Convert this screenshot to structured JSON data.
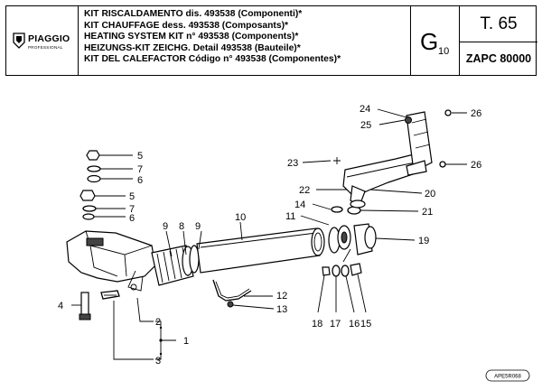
{
  "header": {
    "brand": "PIAGGIO",
    "brand_sub": "PROFESSIONAL",
    "titles": [
      {
        "strong": "KIT RISCALDAMENTO",
        "rest": " dis. 493538 (Componenti)*"
      },
      {
        "strong": "KIT CHAUFFAGE",
        "rest": " dess. 493538 (Composants)*"
      },
      {
        "strong": "HEATING SYSTEM KIT",
        "rest": " n° 493538 (Components)*"
      },
      {
        "strong": "HEIZUNGS-KIT ZEICHG.",
        "rest": " Detail 493538 (Bauteile)*"
      },
      {
        "strong": "KIT DEL CALEFACTOR",
        "rest": " Código n° 493538 (Componentes)*"
      }
    ],
    "group_letter": "G",
    "group_number": "10",
    "table_number": "T. 65",
    "model_code": "ZAPC 80000"
  },
  "callouts": {
    "n1": "1",
    "n2": "2",
    "n3": "3",
    "n4": "4",
    "n5a": "5",
    "n7a": "7",
    "n6a": "6",
    "n5b": "5",
    "n7b": "7",
    "n6b": "6",
    "n8": "8",
    "n9a": "9",
    "n9b": "9",
    "n10": "10",
    "n11": "11",
    "n12": "12",
    "n13": "13",
    "n14": "14",
    "n15": "15",
    "n16": "16",
    "n17": "17",
    "n18": "18",
    "n19": "19",
    "n20": "20",
    "n21": "21",
    "n22": "22",
    "n23": "23",
    "n24": "24",
    "n25": "25",
    "n26a": "26",
    "n26b": "26"
  },
  "reference_code": "APE5R068"
}
